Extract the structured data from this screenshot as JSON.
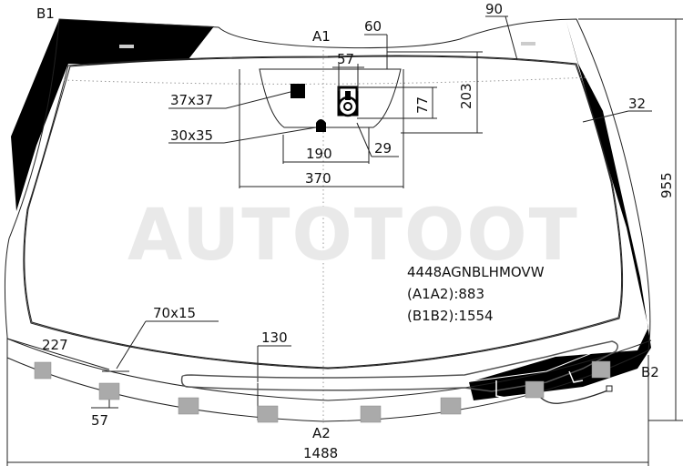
{
  "watermark": "AUTOTOOT",
  "part_code": "4448AGNBLHMOVW",
  "measures": {
    "a1a2": "(A1A2):883",
    "b1b2": "(B1B2):1554"
  },
  "points": {
    "a1": "A1",
    "a2": "A2",
    "b1": "B1",
    "b2": "B2"
  },
  "dimensions": {
    "top_60": "60",
    "top_90": "90",
    "d57_top": "57",
    "d203": "203",
    "d77": "77",
    "side_32": "32",
    "d29": "29",
    "d190": "190",
    "d370": "370",
    "height_955": "955",
    "width_1488": "1488",
    "left_227": "227",
    "d130": "130",
    "d57_bottom": "57"
  },
  "sensors": {
    "sq_37x37": "37x37",
    "sq_30x35": "30x35",
    "strip_70x15": "70x15"
  },
  "colors": {
    "glass_outline": "#111111",
    "black_band": "#000000",
    "watermark": "#e9e9e9",
    "clip": "#aaaaaa"
  }
}
